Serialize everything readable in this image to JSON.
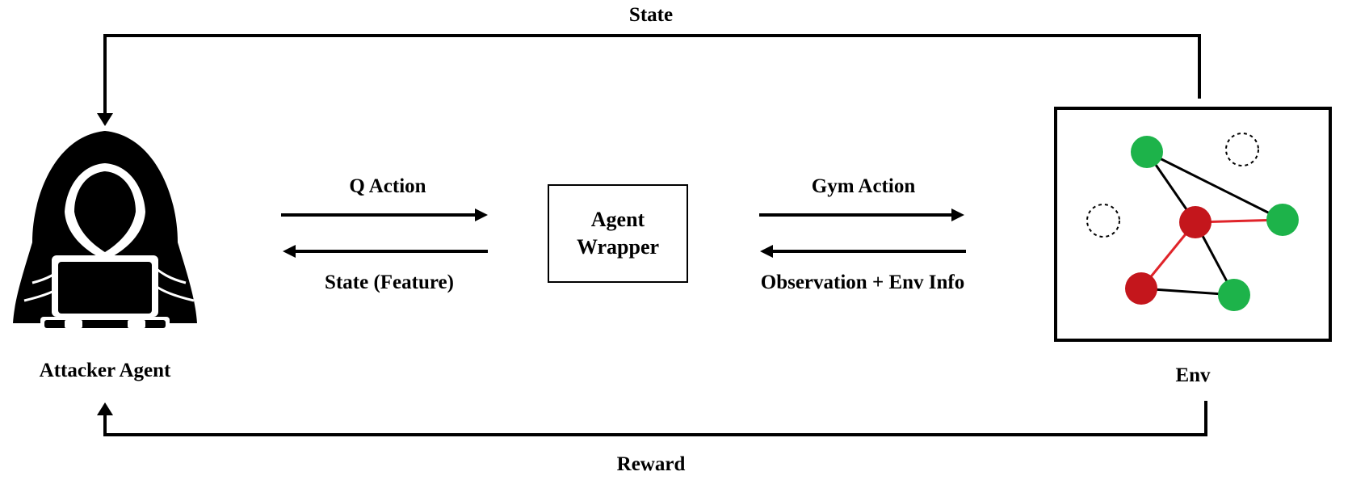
{
  "labels": {
    "state_top": "State",
    "reward_bottom": "Reward",
    "q_action": "Q Action",
    "state_feature": "State (Feature)",
    "gym_action": "Gym Action",
    "observation": "Observation + Env Info",
    "attacker_agent": "Attacker Agent",
    "env": "Env"
  },
  "agent_wrapper": {
    "line1": "Agent",
    "line2": "Wrapper"
  },
  "icons": {
    "attacker": "hooded-hacker-laptop-icon"
  },
  "graph": {
    "node_colors": {
      "benign": "#1db34a",
      "compromised": "#c4161c"
    },
    "edge_colors": {
      "normal": "#000000",
      "attack": "#e0242a"
    }
  }
}
